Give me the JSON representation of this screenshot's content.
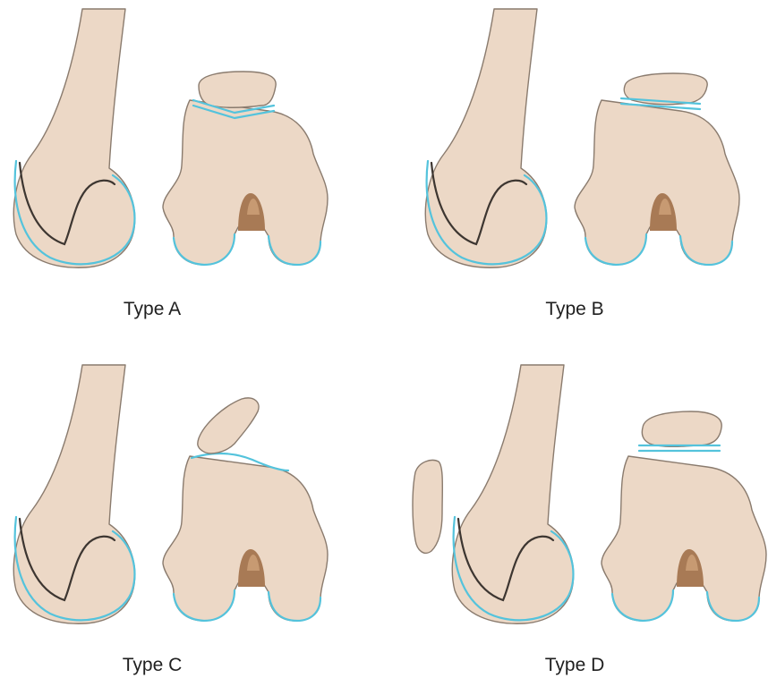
{
  "panels": [
    {
      "label": "Type A"
    },
    {
      "label": "Type B"
    },
    {
      "label": "Type C"
    },
    {
      "label": "Type D"
    }
  ],
  "colors": {
    "bone_fill": "#ecd8c6",
    "bone_outline": "#8a7b6e",
    "articular_cartilage": "#54c3dc",
    "physis_line": "#3d3631",
    "intercondylar_notch": "#a87a55"
  }
}
